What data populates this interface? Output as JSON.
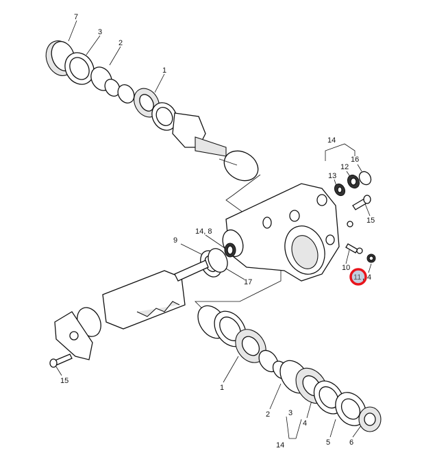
{
  "diagram": {
    "title": "Steering gear exploded view",
    "highlight_color": "#e8141c",
    "highlight_fill": "#c3cfe0",
    "labels": {
      "top_7": "7",
      "top_3": "3",
      "top_2": "2",
      "top_1": "1",
      "right_14": "14",
      "right_13": "13",
      "right_12": "12",
      "right_16": "16",
      "right_15": "15",
      "right_10": "10",
      "right_11": "11",
      "right_11_sep": ",",
      "right_4": "4",
      "mid_14_8": "14, 8",
      "mid_9": "9",
      "mid_17": "17",
      "left_15": "15",
      "bot_1": "1",
      "bot_2": "2",
      "bot_3": "3",
      "bot_14": "14",
      "bot_4": "4",
      "bot_5": "5",
      "bot_6": "6"
    }
  }
}
